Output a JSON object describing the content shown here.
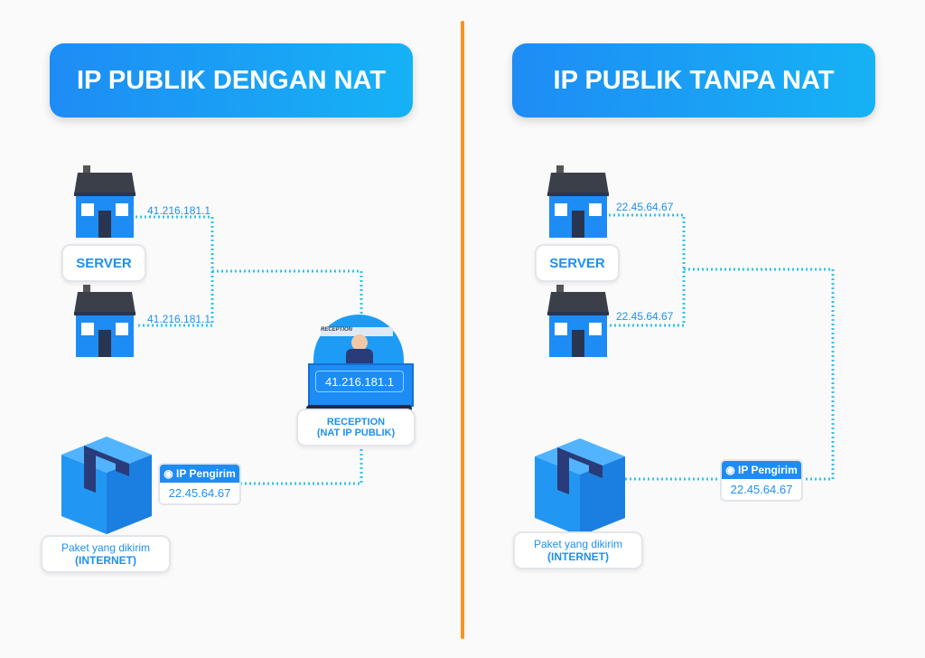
{
  "left": {
    "title": "IP PUBLIK DENGAN NAT",
    "server_label": "SERVER",
    "ip_house1": "41.216.181.1",
    "ip_house2": "41.216.181.1",
    "reception": {
      "sign": "RECEPTION",
      "ip": "41.216.181.1",
      "label_line1": "RECEPTION",
      "label_line2": "(NAT IP PUBLIK)"
    },
    "sender": {
      "header": "IP Pengirim",
      "ip": "22.45.64.67"
    },
    "packet": {
      "line1": "Paket yang dikirim",
      "line2": "(INTERNET)"
    }
  },
  "right": {
    "title": "IP PUBLIK TANPA NAT",
    "server_label": "SERVER",
    "ip_house1": "22.45.64.67",
    "ip_house2": "22.45.64.67",
    "sender": {
      "header": "IP Pengirim",
      "ip": "22.45.64.67"
    },
    "packet": {
      "line1": "Paket yang dikirim",
      "line2": "(INTERNET)"
    }
  },
  "colors": {
    "accent": "#1e8cf5",
    "divider": "#f7931e",
    "line": "#2ec5f0"
  }
}
